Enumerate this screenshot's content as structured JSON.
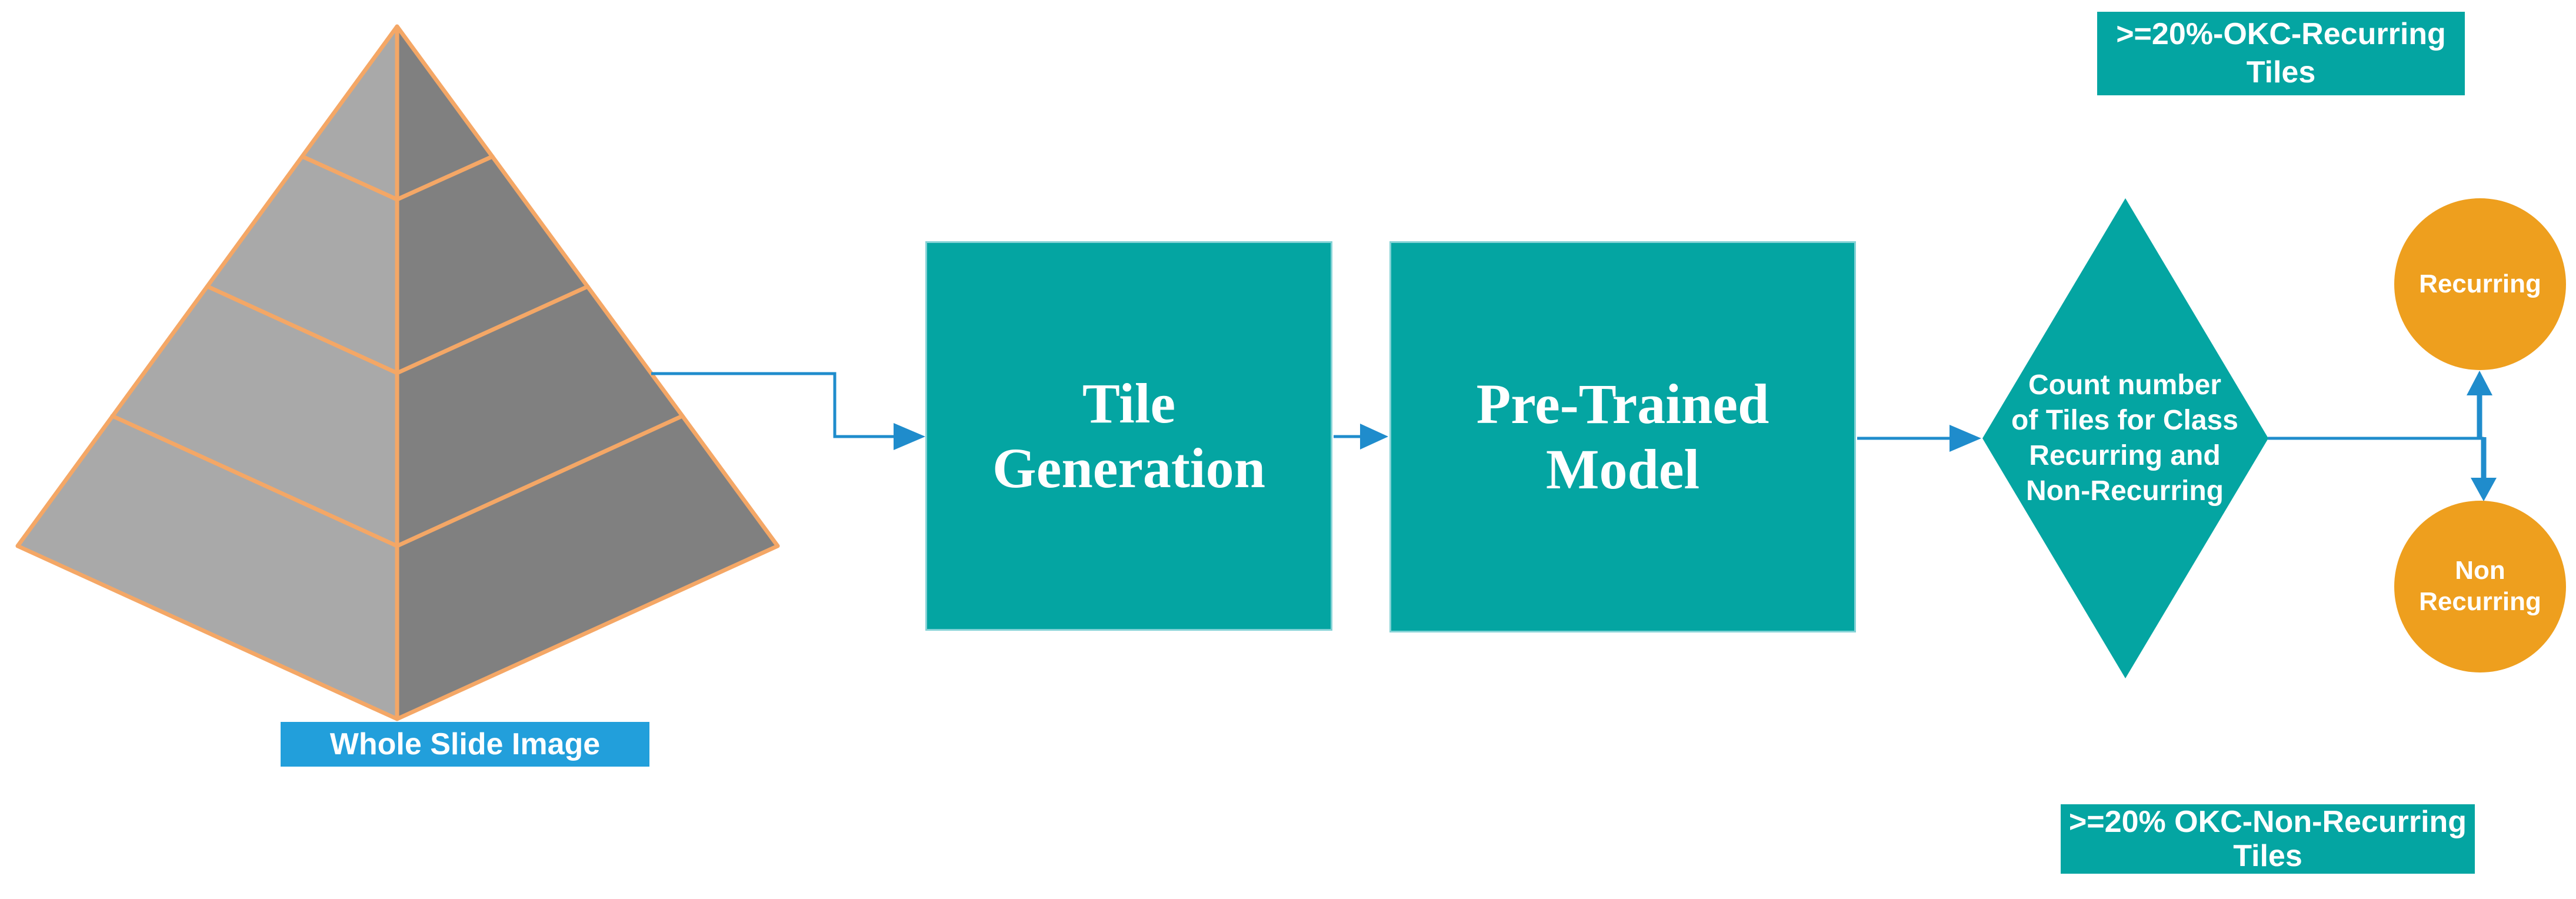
{
  "colors": {
    "teal_node": "#04A5A2",
    "teal_node_border": "#84D2D6",
    "blue_label": "#229FDB",
    "blue_arrow": "#1F8CCC",
    "orange_circle": "#EE9F1E",
    "pyramid_left_face": "#A9A9A9",
    "pyramid_right_face": "#808080",
    "pyramid_edge": "#F4A766",
    "text": "#FFFFFF"
  },
  "pyramid": {
    "label": "Whole Slide Image"
  },
  "steps": {
    "tile_generation": {
      "label": "Tile\nGeneration"
    },
    "pretrained_model": {
      "label": "Pre-Trained\nModel"
    }
  },
  "decision": {
    "label": "Count number\nof Tiles for Class\nRecurring and\nNon-Recurring"
  },
  "outcomes": {
    "recurring": {
      "label": "Recurring"
    },
    "non_recurring": {
      "label": "Non\nRecurring"
    }
  },
  "tags": {
    "recurring_tiles": {
      "label": ">=20%-OKC-Recurring\nTiles"
    },
    "non_recurring_tiles": {
      "label": ">=20% OKC-Non-Recurring\nTiles"
    }
  }
}
